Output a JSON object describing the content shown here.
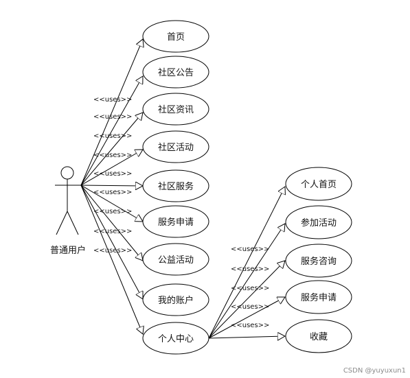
{
  "diagram": {
    "actor": {
      "name": "普通用户"
    },
    "stereotype": "<<uses>>",
    "use_cases": [
      {
        "label": "首页"
      },
      {
        "label": "社区公告"
      },
      {
        "label": "社区资讯"
      },
      {
        "label": "社区活动"
      },
      {
        "label": "社区服务"
      },
      {
        "label": "服务申请"
      },
      {
        "label": "公益活动"
      },
      {
        "label": "我的账户"
      },
      {
        "label": "个人中心"
      }
    ],
    "personal_center_use_cases": [
      {
        "label": "个人首页"
      },
      {
        "label": "参加活动"
      },
      {
        "label": "服务咨询"
      },
      {
        "label": "服务申请"
      },
      {
        "label": "收藏"
      }
    ]
  },
  "watermark": "CSDN @yuyuxun1"
}
